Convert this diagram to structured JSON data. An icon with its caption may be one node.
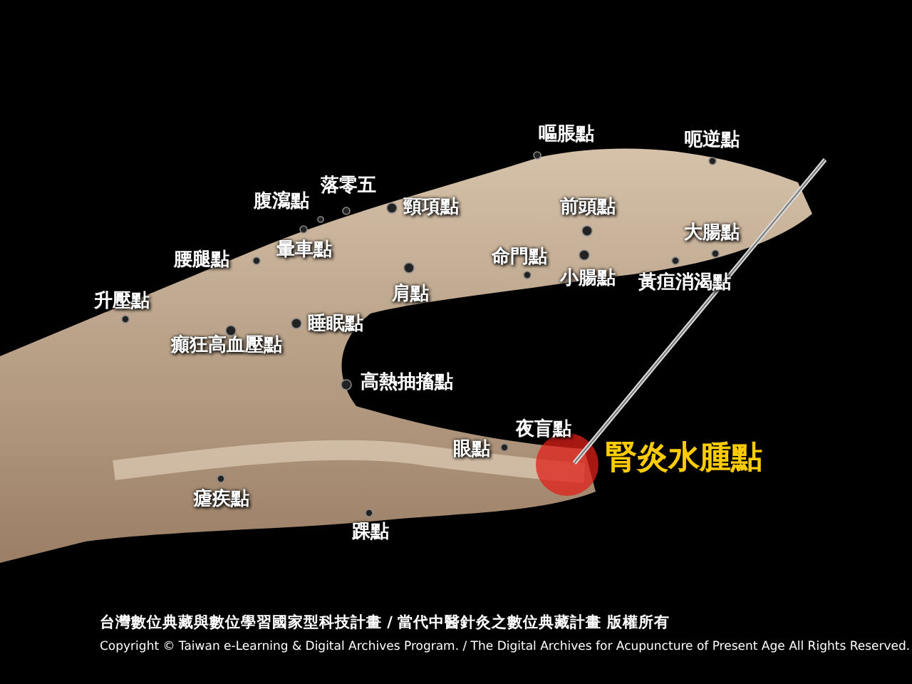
{
  "diagram": {
    "labels": [
      "嘔脹點",
      "呃逆點",
      "落零五",
      "腹瀉點",
      "頸項點",
      "前頭點",
      "大腸點",
      "暈車點",
      "腰腿點",
      "命門點",
      "小腸點",
      "黃疸消渴點",
      "升壓點",
      "肩點",
      "睡眠點",
      "癲狂高血壓點",
      "高熱抽搐點",
      "夜盲點",
      "眼點",
      "腎炎水腫點",
      "瘧疾點",
      "踝點",
      "台灣數位典藏與數位學習國家型科技計畫 / 當代中醫針灸之數位典藏計畫 版權所有",
      "Copyright © Taiwan e-Learning & Digital Archives Program. / The Digital Archives for Acupuncture of Present Age All Rights Reserved."
    ]
  }
}
